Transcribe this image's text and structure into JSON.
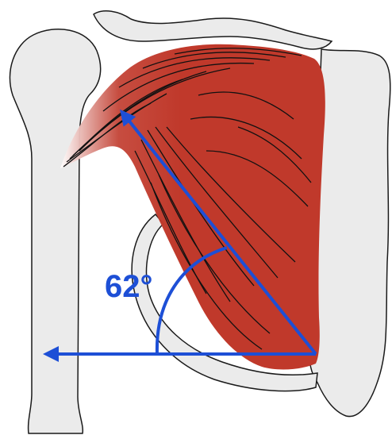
{
  "diagram": {
    "angle_label": "62°",
    "angle_degrees": 62,
    "colors": {
      "bone_fill": "#ebebeb",
      "bone_stroke": "#1a1a1a",
      "muscle": "#c0392b",
      "muscle_dark": "#a93226",
      "fiber": "#111111",
      "arrow": "#1d4fd6",
      "background": "#ffffff"
    },
    "parts": [
      {
        "name": "humerus-bone"
      },
      {
        "name": "clavicle-bone"
      },
      {
        "name": "scapula-bone"
      },
      {
        "name": "pectoralis-minor-muscle"
      },
      {
        "name": "fiber-direction-arrow"
      },
      {
        "name": "horizontal-reference-arrow"
      },
      {
        "name": "angle-arc"
      }
    ]
  }
}
